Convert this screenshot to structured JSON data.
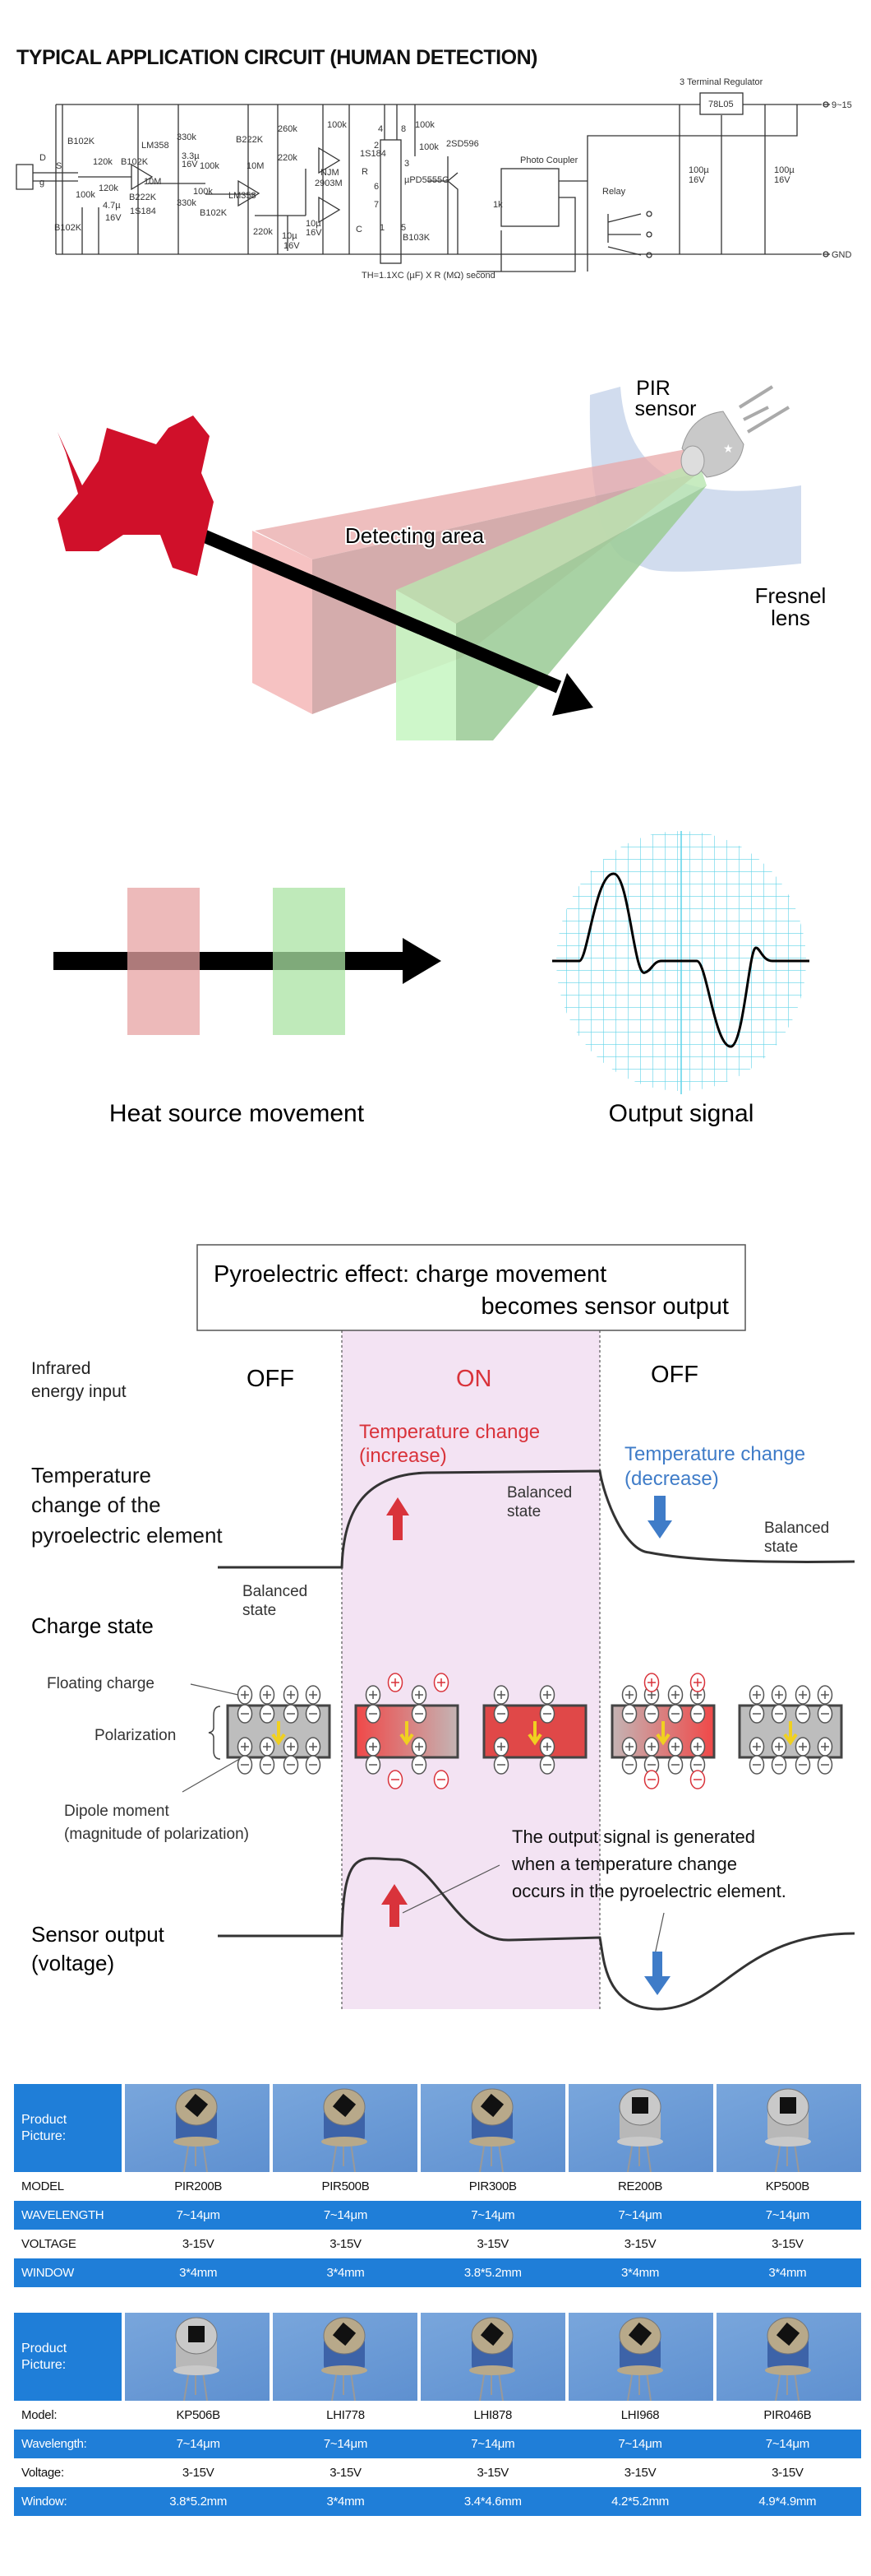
{
  "circuit": {
    "title": "TYPICAL APPLICATION CIRCUIT (HUMAN DETECTION)",
    "formula": "TH=1.1XC (µF) X R (MΩ) second",
    "labels": [
      "3 Terminal Regulator",
      "78L05",
      "9~15",
      "GND",
      "D",
      "S",
      "g",
      "B102K",
      "B102K",
      "LM358",
      "120k",
      "B102K",
      "120k",
      "100k",
      "4.7µ",
      "16V",
      "10M",
      "B222K",
      "1S184",
      "330k",
      "3.3µ",
      "16V",
      "100k",
      "100k",
      "330k",
      "B102K",
      "LM358",
      "B222K",
      "10M",
      "260k",
      "220k",
      "220k",
      "10µ",
      "16V",
      "10µ",
      "16V",
      "NJM",
      "2903M",
      "100k",
      "1S184",
      "R",
      "4",
      "8",
      "2",
      "3",
      "6",
      "7",
      "1",
      "5",
      "µPD5555G",
      "100k",
      "100k",
      "2SD596",
      "C",
      "B103K",
      "Photo Coupler",
      "1k",
      "Relay",
      "100µ",
      "16V",
      "100µ",
      "16V"
    ]
  },
  "pir_scene": {
    "sensor_label_1": "PIR",
    "sensor_label_2": "sensor",
    "area_label": "Detecting area",
    "lens_label_1": "Fresnel",
    "lens_label_2": "lens",
    "colors": {
      "dragon": "#d0102a",
      "zone_a": "#f4a9a9",
      "zone_b": "#a8eea8",
      "lens": "#c5d3ea"
    }
  },
  "movement": {
    "heat_label": "Heat source movement",
    "output_label": "Output signal",
    "grid_color": "#5fd3e8"
  },
  "pyro": {
    "title_line1": "Pyroelectric effect: charge movement",
    "title_line2": "becomes sensor output",
    "row_infrared_1": "Infrared",
    "row_infrared_2": "energy input",
    "off_left": "OFF",
    "on": "ON",
    "off_right": "OFF",
    "temp_inc_1": "Temperature change",
    "temp_inc_2": "(increase)",
    "temp_dec_1": "Temperature change",
    "temp_dec_2": "(decrease)",
    "row_temp_1": "Temperature",
    "row_temp_2": "change of the",
    "row_temp_3": "pyroelectric element",
    "balanced_1": "Balanced",
    "balanced_2": "state",
    "row_charge": "Charge state",
    "floating_charge": "Floating charge",
    "polarization": "Polarization",
    "dipole_1": "Dipole moment",
    "dipole_2": "(magnitude of polarization)",
    "output_note_1": "The output signal is generated",
    "output_note_2": "when a temperature change",
    "output_note_3": "occurs in the pyroelectric element.",
    "row_output_1": "Sensor output",
    "row_output_2": "(voltage)",
    "colors": {
      "on_band": "#f3e3f3",
      "increase": "#d9333b",
      "decrease": "#3f7cc8"
    }
  },
  "tables": [
    {
      "picture_label_1": "Product",
      "picture_label_2": "Picture:",
      "rows": [
        {
          "label": "MODEL",
          "values": [
            "PIR200B",
            "PIR500B",
            "PIR300B",
            "RE200B",
            "KP500B"
          ],
          "blue": false
        },
        {
          "label": "WAVELENGTH",
          "values": [
            "7~14μm",
            "7~14μm",
            "7~14μm",
            "7~14μm",
            "7~14μm"
          ],
          "blue": true
        },
        {
          "label": "VOLTAGE",
          "values": [
            "3-15V",
            "3-15V",
            "3-15V",
            "3-15V",
            "3-15V"
          ],
          "blue": false
        },
        {
          "label": "WINDOW",
          "values": [
            "3*4mm",
            "3*4mm",
            "3.8*5.2mm",
            "3*4mm",
            "3*4mm"
          ],
          "blue": true
        }
      ],
      "bodies": [
        "blue",
        "blue",
        "blue",
        "silver",
        "silver"
      ]
    },
    {
      "picture_label_1": "Product",
      "picture_label_2": "Picture:",
      "rows": [
        {
          "label": "Model:",
          "values": [
            "KP506B",
            "LHI778",
            "LHI878",
            "LHI968",
            "PIR046B"
          ],
          "blue": false
        },
        {
          "label": "Wavelength:",
          "values": [
            "7~14μm",
            "7~14μm",
            "7~14μm",
            "7~14μm",
            "7~14μm"
          ],
          "blue": true
        },
        {
          "label": "Voltage:",
          "values": [
            "3-15V",
            "3-15V",
            "3-15V",
            "3-15V",
            "3-15V"
          ],
          "blue": false
        },
        {
          "label": "Window:",
          "values": [
            "3.8*5.2mm",
            "3*4mm",
            "3.4*4.6mm",
            "4.2*5.2mm",
            "4.9*4.9mm"
          ],
          "blue": true
        }
      ],
      "bodies": [
        "silver",
        "blue",
        "blue",
        "blue",
        "blue"
      ]
    }
  ]
}
